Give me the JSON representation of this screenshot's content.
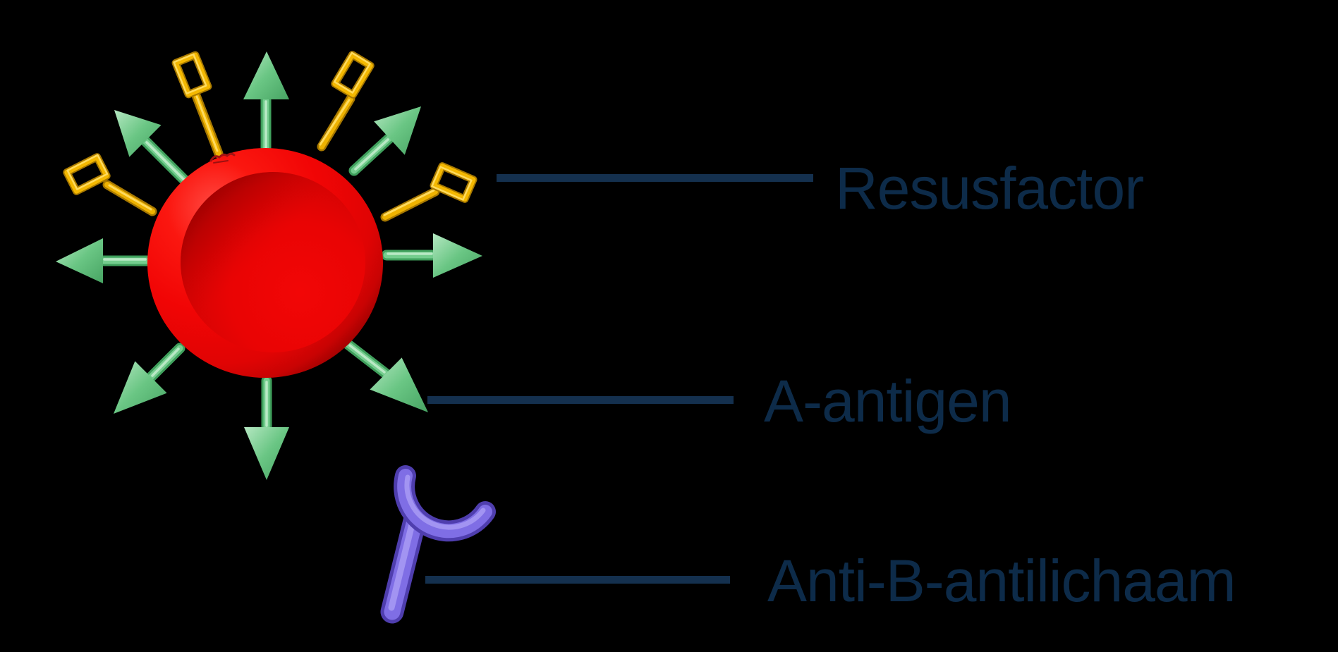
{
  "diagram": {
    "type": "labeled-biology-illustration",
    "background_color": "#000000",
    "cell": {
      "name": "red blood cell",
      "color": "#f10505"
    },
    "antigens": {
      "shape": "green arrow",
      "count": 8,
      "color": "#74cd8e"
    },
    "resus_pins": {
      "shape": "gold pin with hollow frame",
      "count": 4,
      "color": "#f0b400"
    },
    "antibody": {
      "shape": "purple antibody (rod with cup)",
      "count": 1,
      "color": "#8171e6"
    },
    "labels": {
      "resusfactor": "Resusfactor",
      "a_antigen": "A-antigen",
      "anti_b": "Anti-B-antilichaam"
    },
    "label_color": "#0d2b49",
    "line_color": "#14304e"
  }
}
